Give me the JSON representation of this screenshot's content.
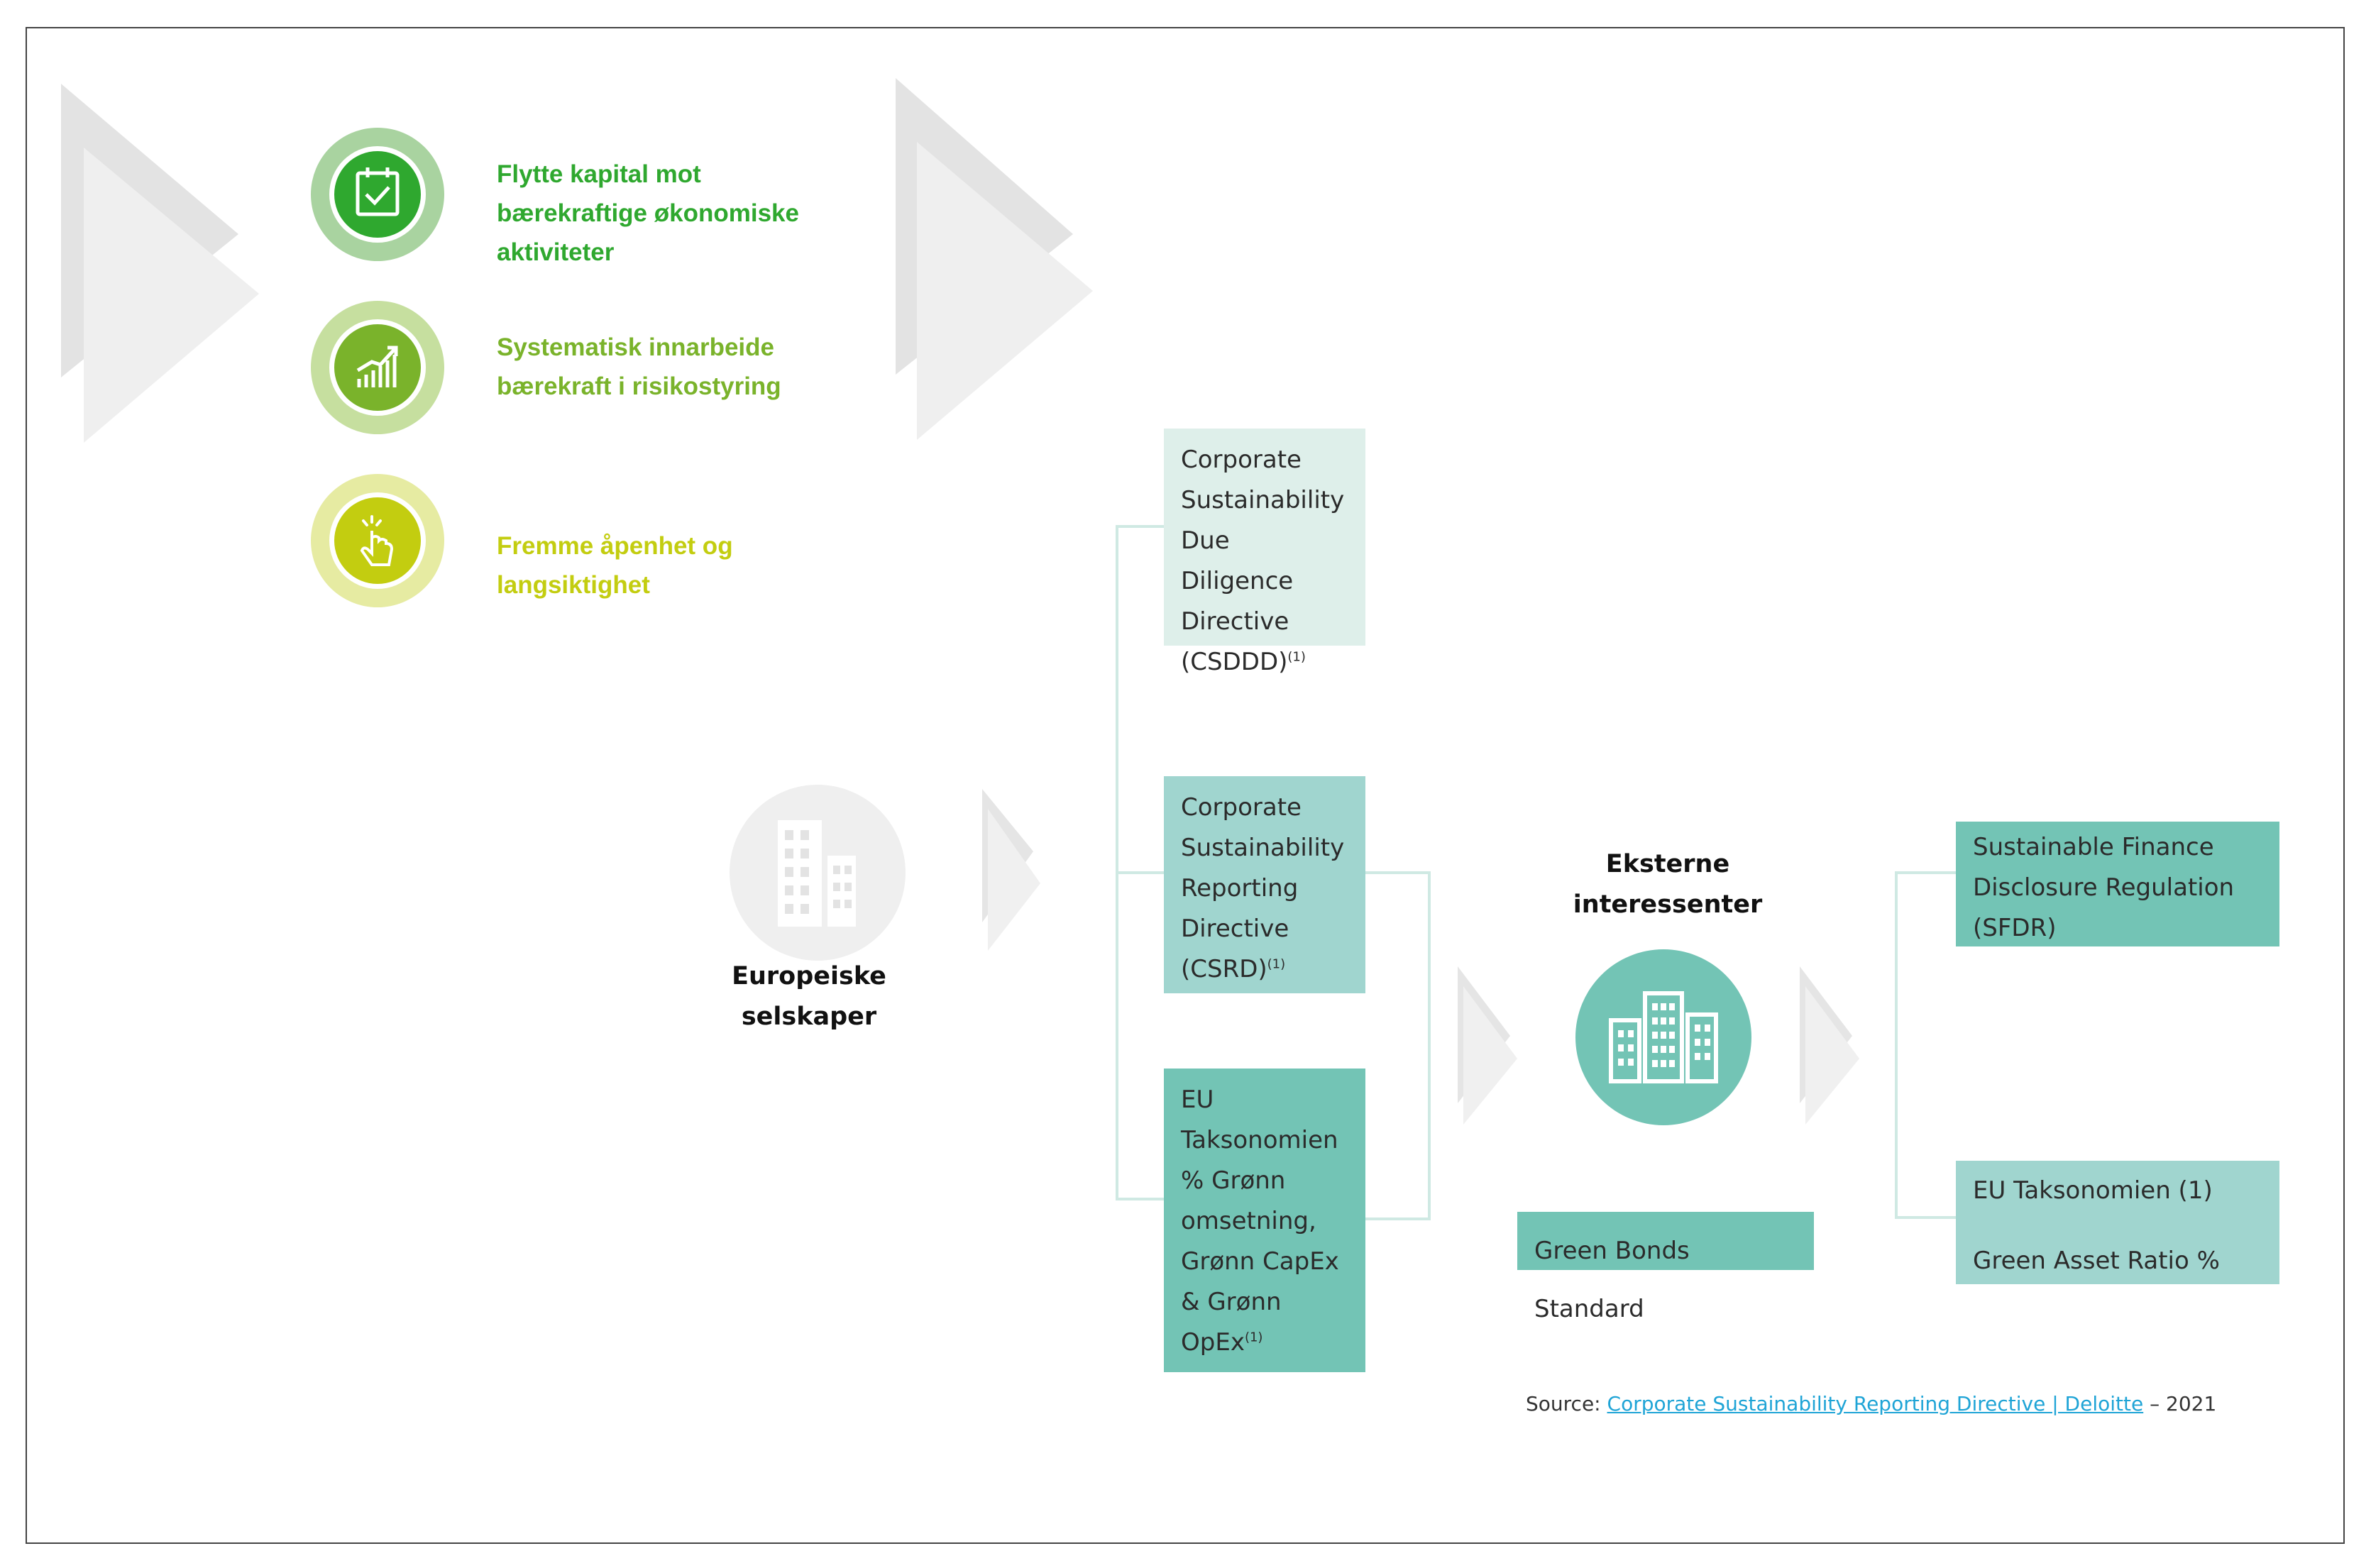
{
  "goals": [
    {
      "text": "Flytte kapital mot\nbærekraftige økonomiske\naktiviteter",
      "icon": "calendar-check-icon",
      "color": "#2fa82f",
      "ring": "#a9d3a0"
    },
    {
      "text": "Systematisk innarbeide\nbærekraft   i risikostyring",
      "icon": "growth-chart-icon",
      "color": "#7ab32b",
      "ring": "#c6df9f"
    },
    {
      "text": "Fremme åpenhet og\nlangsiktighet",
      "icon": "tap-hand-icon",
      "color": "#c3cd10",
      "ring": "#e6eba2"
    }
  ],
  "european_companies": {
    "label": "Europeiske\nselskaper"
  },
  "directives": {
    "csddd": {
      "lines": [
        "Corporate",
        "Sustainability",
        "Due Diligence",
        "Directive"
      ],
      "last": "(CSDDD)",
      "sup": "(1)"
    },
    "csrd": {
      "lines": [
        "Corporate",
        "Sustainability",
        "Reporting",
        "Directive"
      ],
      "last": "(CSRD)",
      "sup": "(1)"
    },
    "taxonomy": {
      "lines": [
        "EU",
        "Taksonomien",
        "% Grønn",
        "omsetning,",
        "Grønn CapEx",
        "& Grønn"
      ],
      "last": "OpEx",
      "sup": "(1)"
    }
  },
  "external": {
    "label": "Eksterne\ninteressenter"
  },
  "green_bonds": {
    "label": "Green Bonds Standard"
  },
  "sfdr": {
    "lines": [
      "Sustainable Finance",
      "Disclosure Regulation",
      "(SFDR)"
    ]
  },
  "eu_tax_right": {
    "line1": "EU Taksonomien (1)",
    "line2": "Green Asset Ratio %"
  },
  "source": {
    "prefix": "Source: ",
    "link": "Corporate Sustainability Reporting Directive | Deloitte",
    "suffix": " – 2021"
  },
  "colors": {
    "pale_green": "#deefea",
    "mid_teal": "#a0d5cf",
    "teal": "#73c4b5",
    "circle_grey": "#efefef",
    "chevron_grey": "#e6e6e6",
    "line": "#cfe9e3"
  }
}
